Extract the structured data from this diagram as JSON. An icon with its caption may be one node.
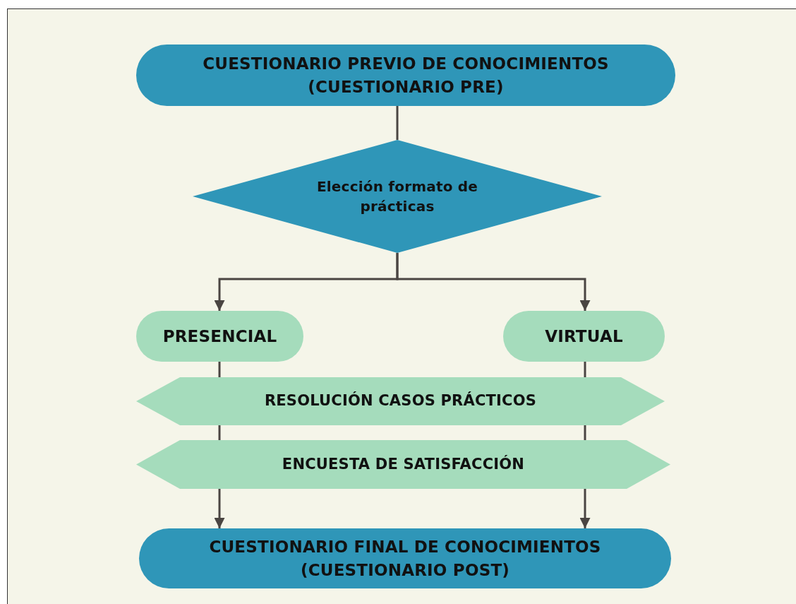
{
  "diagram": {
    "nodes": [
      {
        "text": [
          "CUESTIONARIO PREVIO DE CONOCIMIENTOS (CUESTIONARIO PRE)"
        ]
      },
      {
        "text": [
          "Elección formato de prácticas"
        ]
      },
      {
        "text": [
          "PRESENCIAL"
        ]
      },
      {
        "text": [
          "VIRTUAL"
        ]
      },
      {
        "text": [
          "RESOLUCIÓN CASOS PRÁCTICOS"
        ]
      },
      {
        "text": [
          "ENCUESTA DE SATISFACCIÓN"
        ]
      },
      {
        "text": [
          "CUESTIONARIO FINAL DE CONOCIMIENTOS (CUESTIONARIO POST)"
        ]
      }
    ],
    "edges": [
      {
        "from": 0,
        "to": 1,
        "arrow": "none"
      },
      {
        "from": 1,
        "to": 2,
        "arrow": "to"
      },
      {
        "from": 1,
        "to": 3,
        "arrow": "to"
      },
      {
        "from": 2,
        "to": 4,
        "arrow": "none"
      },
      {
        "from": 3,
        "to": 4,
        "arrow": "none"
      },
      {
        "from": 4,
        "to": 5,
        "arrow": "none"
      },
      {
        "from": 4,
        "to": 5,
        "arrow": "none"
      },
      {
        "from": 5,
        "to": 6,
        "arrow": "to"
      },
      {
        "from": 5,
        "to": 6,
        "arrow": "to"
      }
    ]
  }
}
